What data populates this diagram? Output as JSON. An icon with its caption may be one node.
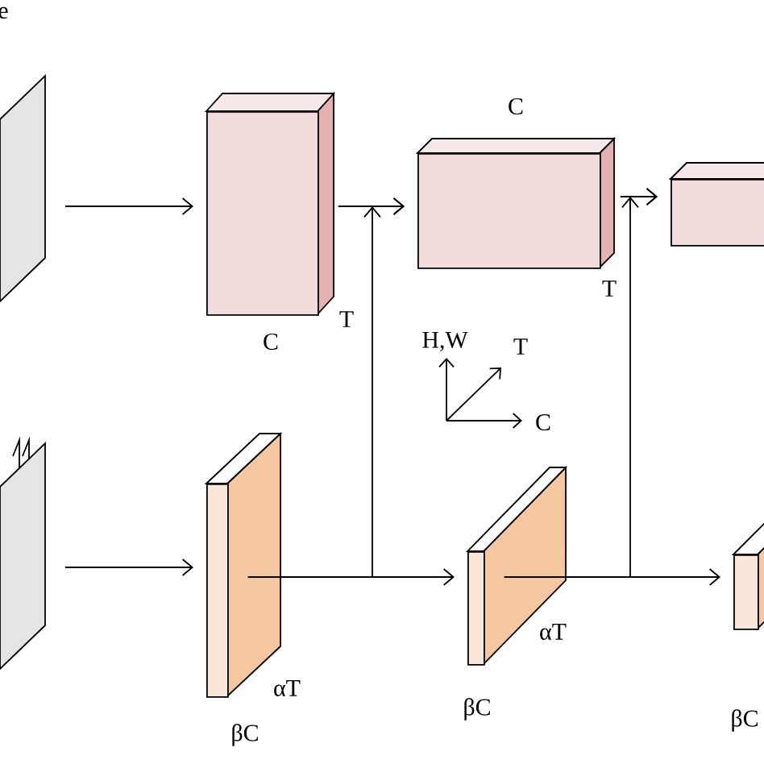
{
  "diagram": {
    "nodes": [
      {
        "text": [],
        "shape": "box"
      },
      {
        "text": [],
        "shape": "box",
        "beside": [
          "T",
          "C"
        ]
      },
      {
        "text": [],
        "shape": "box",
        "beside": [
          "C",
          "T"
        ]
      },
      {
        "text": [],
        "shape": "box"
      },
      {
        "text": [],
        "shape": "box"
      },
      {
        "text": [],
        "shape": "box",
        "beside": [
          "αT",
          "βC"
        ]
      },
      {
        "text": [],
        "shape": "box",
        "beside": [
          "αT",
          "βC"
        ]
      },
      {
        "text": [],
        "shape": "box",
        "beside": [
          "βC"
        ]
      }
    ],
    "edges": [
      {
        "from": 0,
        "to": 1,
        "arrow": "to"
      },
      {
        "from": 1,
        "to": 2,
        "arrow": "to"
      },
      {
        "from": 2,
        "to": 3,
        "arrow": "to"
      },
      {
        "from": 4,
        "to": 5,
        "arrow": "to"
      },
      {
        "from": 5,
        "to": 6,
        "arrow": "to"
      },
      {
        "from": 6,
        "to": 7,
        "arrow": "to"
      },
      {
        "from": 5,
        "to": 2,
        "arrow": "to"
      },
      {
        "from": 6,
        "to": 3,
        "arrow": "to"
      }
    ],
    "labels": [
      "e",
      "H,W",
      "T",
      "C"
    ]
  }
}
